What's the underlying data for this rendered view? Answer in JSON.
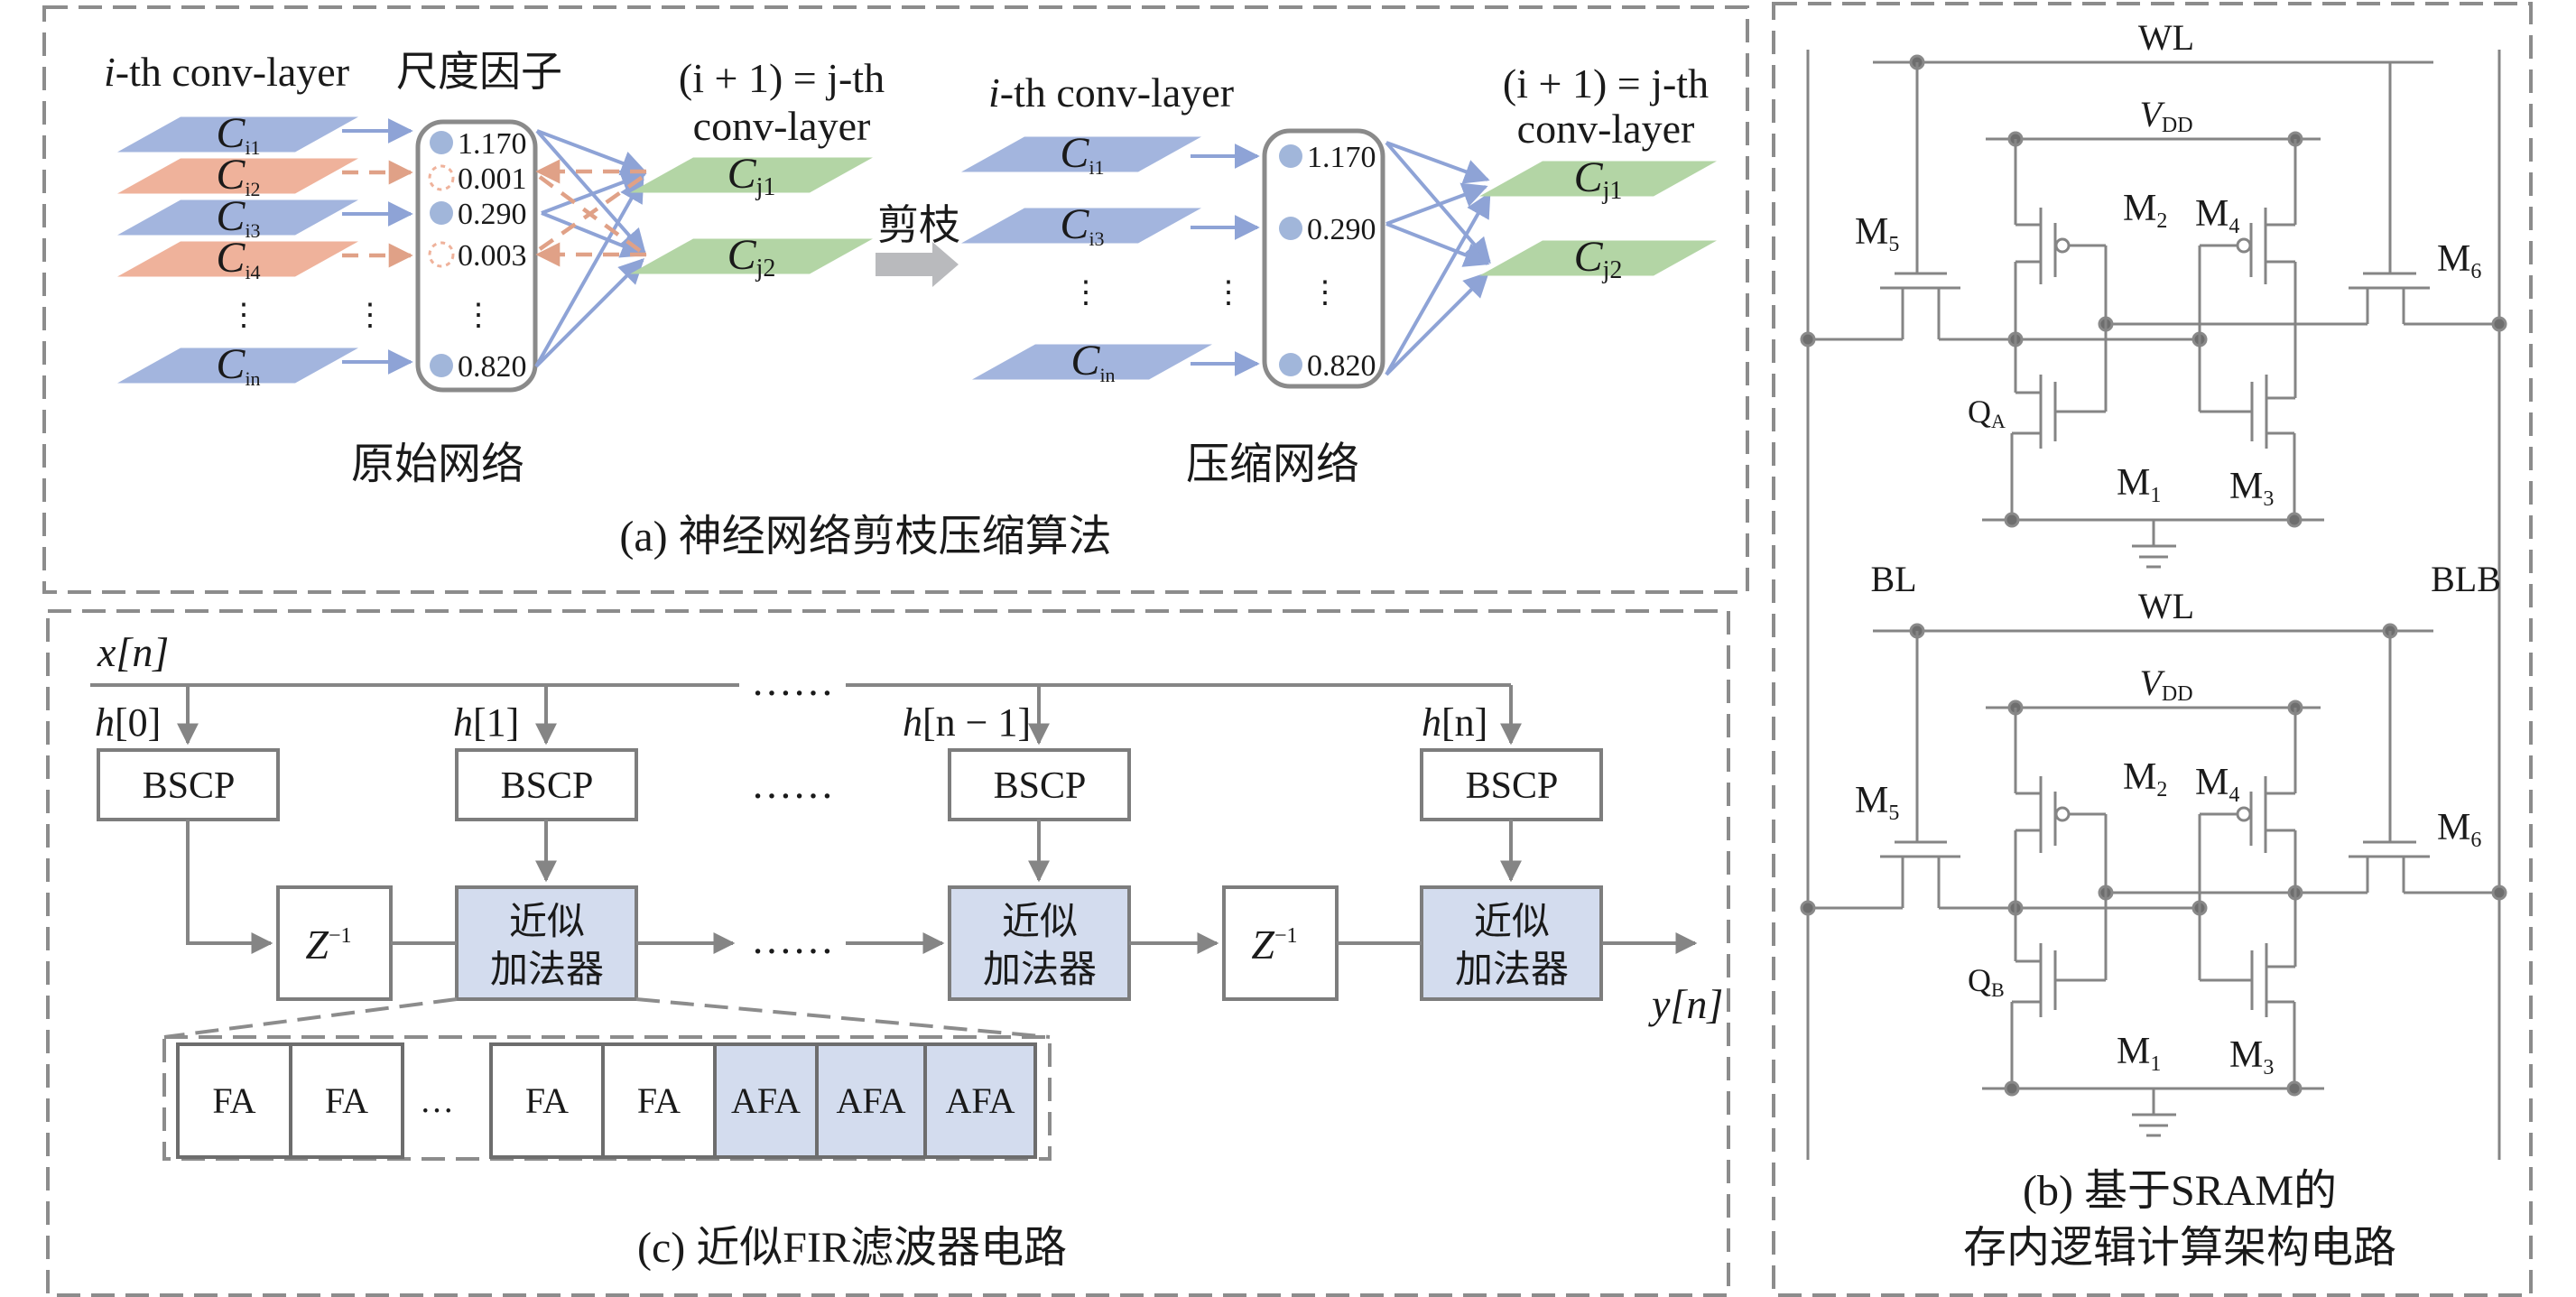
{
  "figure": {
    "panel_a": {
      "caption": "(a) 神经网络剪枝压缩算法",
      "prune_label": "剪枝",
      "original": {
        "title": "原始网络",
        "input_layer_label": "i-th conv-layer",
        "scale_factor_label": "尺度因子",
        "output_layer_label_line1": "(i + 1) = j-th",
        "output_layer_label_line2": "conv-layer",
        "channels": [
          {
            "base": "C",
            "sub": "i1",
            "scale": "1.170",
            "pruned": false
          },
          {
            "base": "C",
            "sub": "i2",
            "scale": "0.001",
            "pruned": true
          },
          {
            "base": "C",
            "sub": "i3",
            "scale": "0.290",
            "pruned": false
          },
          {
            "base": "C",
            "sub": "i4",
            "scale": "0.003",
            "pruned": true
          },
          {
            "base": "C",
            "sub": "in",
            "scale": "0.820",
            "pruned": false
          }
        ],
        "outputs": [
          {
            "base": "C",
            "sub": "j1"
          },
          {
            "base": "C",
            "sub": "j2"
          }
        ],
        "ellipsis": "⋮"
      },
      "compressed": {
        "title": "压缩网络",
        "input_layer_label": "i-th conv-layer",
        "output_layer_label_line1": "(i + 1) = j-th",
        "output_layer_label_line2": "conv-layer",
        "channels": [
          {
            "base": "C",
            "sub": "i1",
            "scale": "1.170"
          },
          {
            "base": "C",
            "sub": "i3",
            "scale": "0.290"
          },
          {
            "base": "C",
            "sub": "in",
            "scale": "0.820"
          }
        ],
        "outputs": [
          {
            "base": "C",
            "sub": "j1"
          },
          {
            "base": "C",
            "sub": "j2"
          }
        ],
        "ellipsis": "⋮"
      }
    },
    "panel_b": {
      "caption_line1": "(b) 基于SRAM的",
      "caption_line2": "存内逻辑计算架构电路",
      "bitline_left": "BL",
      "bitline_right": "BLB",
      "cells": [
        {
          "wordline": "WL",
          "vdd": "V",
          "vdd_sub": "DD",
          "q_label": "Q",
          "q_sub": "A",
          "transistors": [
            {
              "n": "M",
              "s": "1"
            },
            {
              "n": "M",
              "s": "2"
            },
            {
              "n": "M",
              "s": "3"
            },
            {
              "n": "M",
              "s": "4"
            },
            {
              "n": "M",
              "s": "5"
            },
            {
              "n": "M",
              "s": "6"
            }
          ]
        },
        {
          "wordline": "WL",
          "vdd": "V",
          "vdd_sub": "DD",
          "q_label": "Q",
          "q_sub": "B",
          "transistors": [
            {
              "n": "M",
              "s": "1"
            },
            {
              "n": "M",
              "s": "2"
            },
            {
              "n": "M",
              "s": "3"
            },
            {
              "n": "M",
              "s": "4"
            },
            {
              "n": "M",
              "s": "5"
            },
            {
              "n": "M",
              "s": "6"
            }
          ]
        }
      ]
    },
    "panel_c": {
      "caption": "(c) 近似FIR滤波器电路",
      "input": "x[n]",
      "output": "y[n]",
      "ellipsis": "……",
      "taps": [
        {
          "coef": "h",
          "index": "[0]",
          "block": "BSCP"
        },
        {
          "coef": "h",
          "index": "[1]",
          "block": "BSCP"
        },
        {
          "coef": "h",
          "index": "[n − 1]",
          "block": "BSCP"
        },
        {
          "coef": "h",
          "index": "[n]",
          "block": "BSCP"
        }
      ],
      "delay": {
        "base": "Z",
        "exp": "−1"
      },
      "adder_line1": "近似",
      "adder_line2": "加法器",
      "adder_chain": [
        "FA",
        "FA",
        "…",
        "FA",
        "FA",
        "AFA",
        "AFA",
        "AFA"
      ]
    },
    "colors": {
      "kept_channel": "#a3b5de",
      "pruned_channel": "#efb29b",
      "output_channel": "#b3d5a5",
      "scale_dot": "#a1b6da",
      "approx_block": "#d3dcee",
      "prune_arrow": "#b9babd",
      "wire": "#858585"
    }
  }
}
